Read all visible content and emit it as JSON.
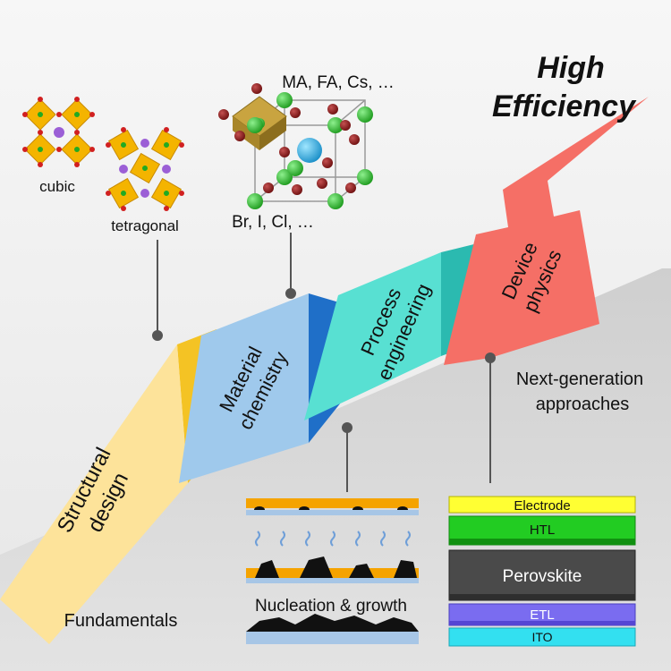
{
  "headline": {
    "line1": "High",
    "line2": "Efficiency"
  },
  "crystal": {
    "cubic_label": "cubic",
    "tetragonal_label": "tetragonal"
  },
  "chemistry": {
    "cations": "MA, FA, Cs, …",
    "anions": "Br, I, Cl, …"
  },
  "stages": [
    {
      "line1": "Structural",
      "line2": "design"
    },
    {
      "line1": "Material",
      "line2": "chemistry"
    },
    {
      "line1": "Process",
      "line2": "engineering"
    },
    {
      "line1": "Device",
      "line2": "physics"
    }
  ],
  "annotations": {
    "next_gen_line1": "Next-generation",
    "next_gen_line2": "approaches",
    "fundamentals": "Fundamentals",
    "nucleation": "Nucleation & growth"
  },
  "device_stack": [
    "Electrode",
    "HTL",
    "Perovskite",
    "ETL",
    "ITO"
  ],
  "colors": {
    "structural": "#fde39a",
    "material": "#9fc9ec",
    "material_side": "#1f6fc8",
    "process": "#58e0d2",
    "process_side": "#2bbab0",
    "device": "#f56f66",
    "electrode": "#ffff33",
    "htl": "#22cc22",
    "perovskite": "#4a4a4a",
    "etl": "#7a6cf0",
    "ito": "#33e0f0"
  }
}
